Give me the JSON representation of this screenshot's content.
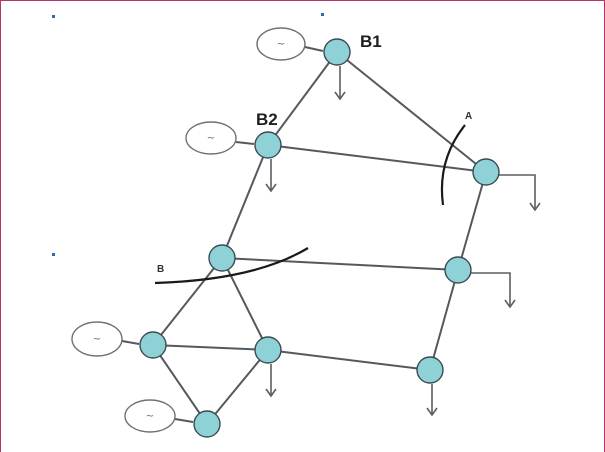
{
  "bus_labels": {
    "b1": "B1",
    "b2": "B2"
  },
  "cut_labels": {
    "a": "A",
    "b": "B"
  },
  "generator_symbol": "~",
  "colors": {
    "bus_fill": "#8ed1d6",
    "line": "#55595e",
    "frame": "#b8336a"
  }
}
